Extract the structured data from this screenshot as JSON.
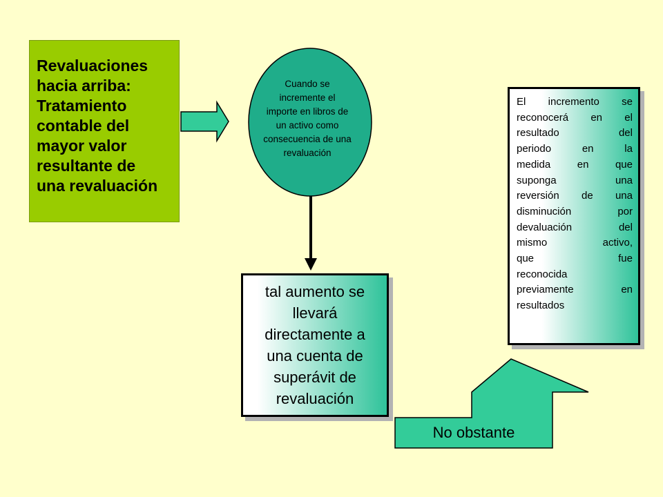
{
  "colors": {
    "background": "#ffffcc",
    "title_box": "#99cc00",
    "accent_green": "#2fc39a",
    "arrow_green": "#33cc99"
  },
  "title_box": {
    "text": "Revaluaciones\nhacia arriba:\nTratamiento\ncontable del\nmayor valor\nresultante de\nuna revaluación"
  },
  "condition_node": {
    "text": "Cuando se\nincremente el\nimporte en libros de\nun activo como\nconsecuencia de una\nrevaluación"
  },
  "result_box": {
    "text": "tal aumento se\nllevará\ndirectamente a\nuna cuenta de\nsuperávit de\nrevaluación"
  },
  "exception_box": {
    "lines": [
      [
        "El",
        "incremento",
        "se"
      ],
      [
        "reconocerá",
        "en",
        "el"
      ],
      [
        "resultado",
        "del"
      ],
      [
        "periodo",
        "en",
        "la"
      ],
      [
        "medida",
        "en",
        "que"
      ],
      [
        "suponga",
        "una"
      ],
      [
        "reversión",
        "de",
        "una"
      ],
      [
        "disminución",
        "por"
      ],
      [
        "devaluación",
        "del"
      ],
      [
        "mismo",
        "activo,"
      ],
      [
        "que",
        "fue"
      ],
      [
        "reconocida"
      ],
      [
        "previamente",
        "en"
      ],
      [
        "resultados"
      ]
    ]
  },
  "up_arrow": {
    "label": "No obstante"
  }
}
